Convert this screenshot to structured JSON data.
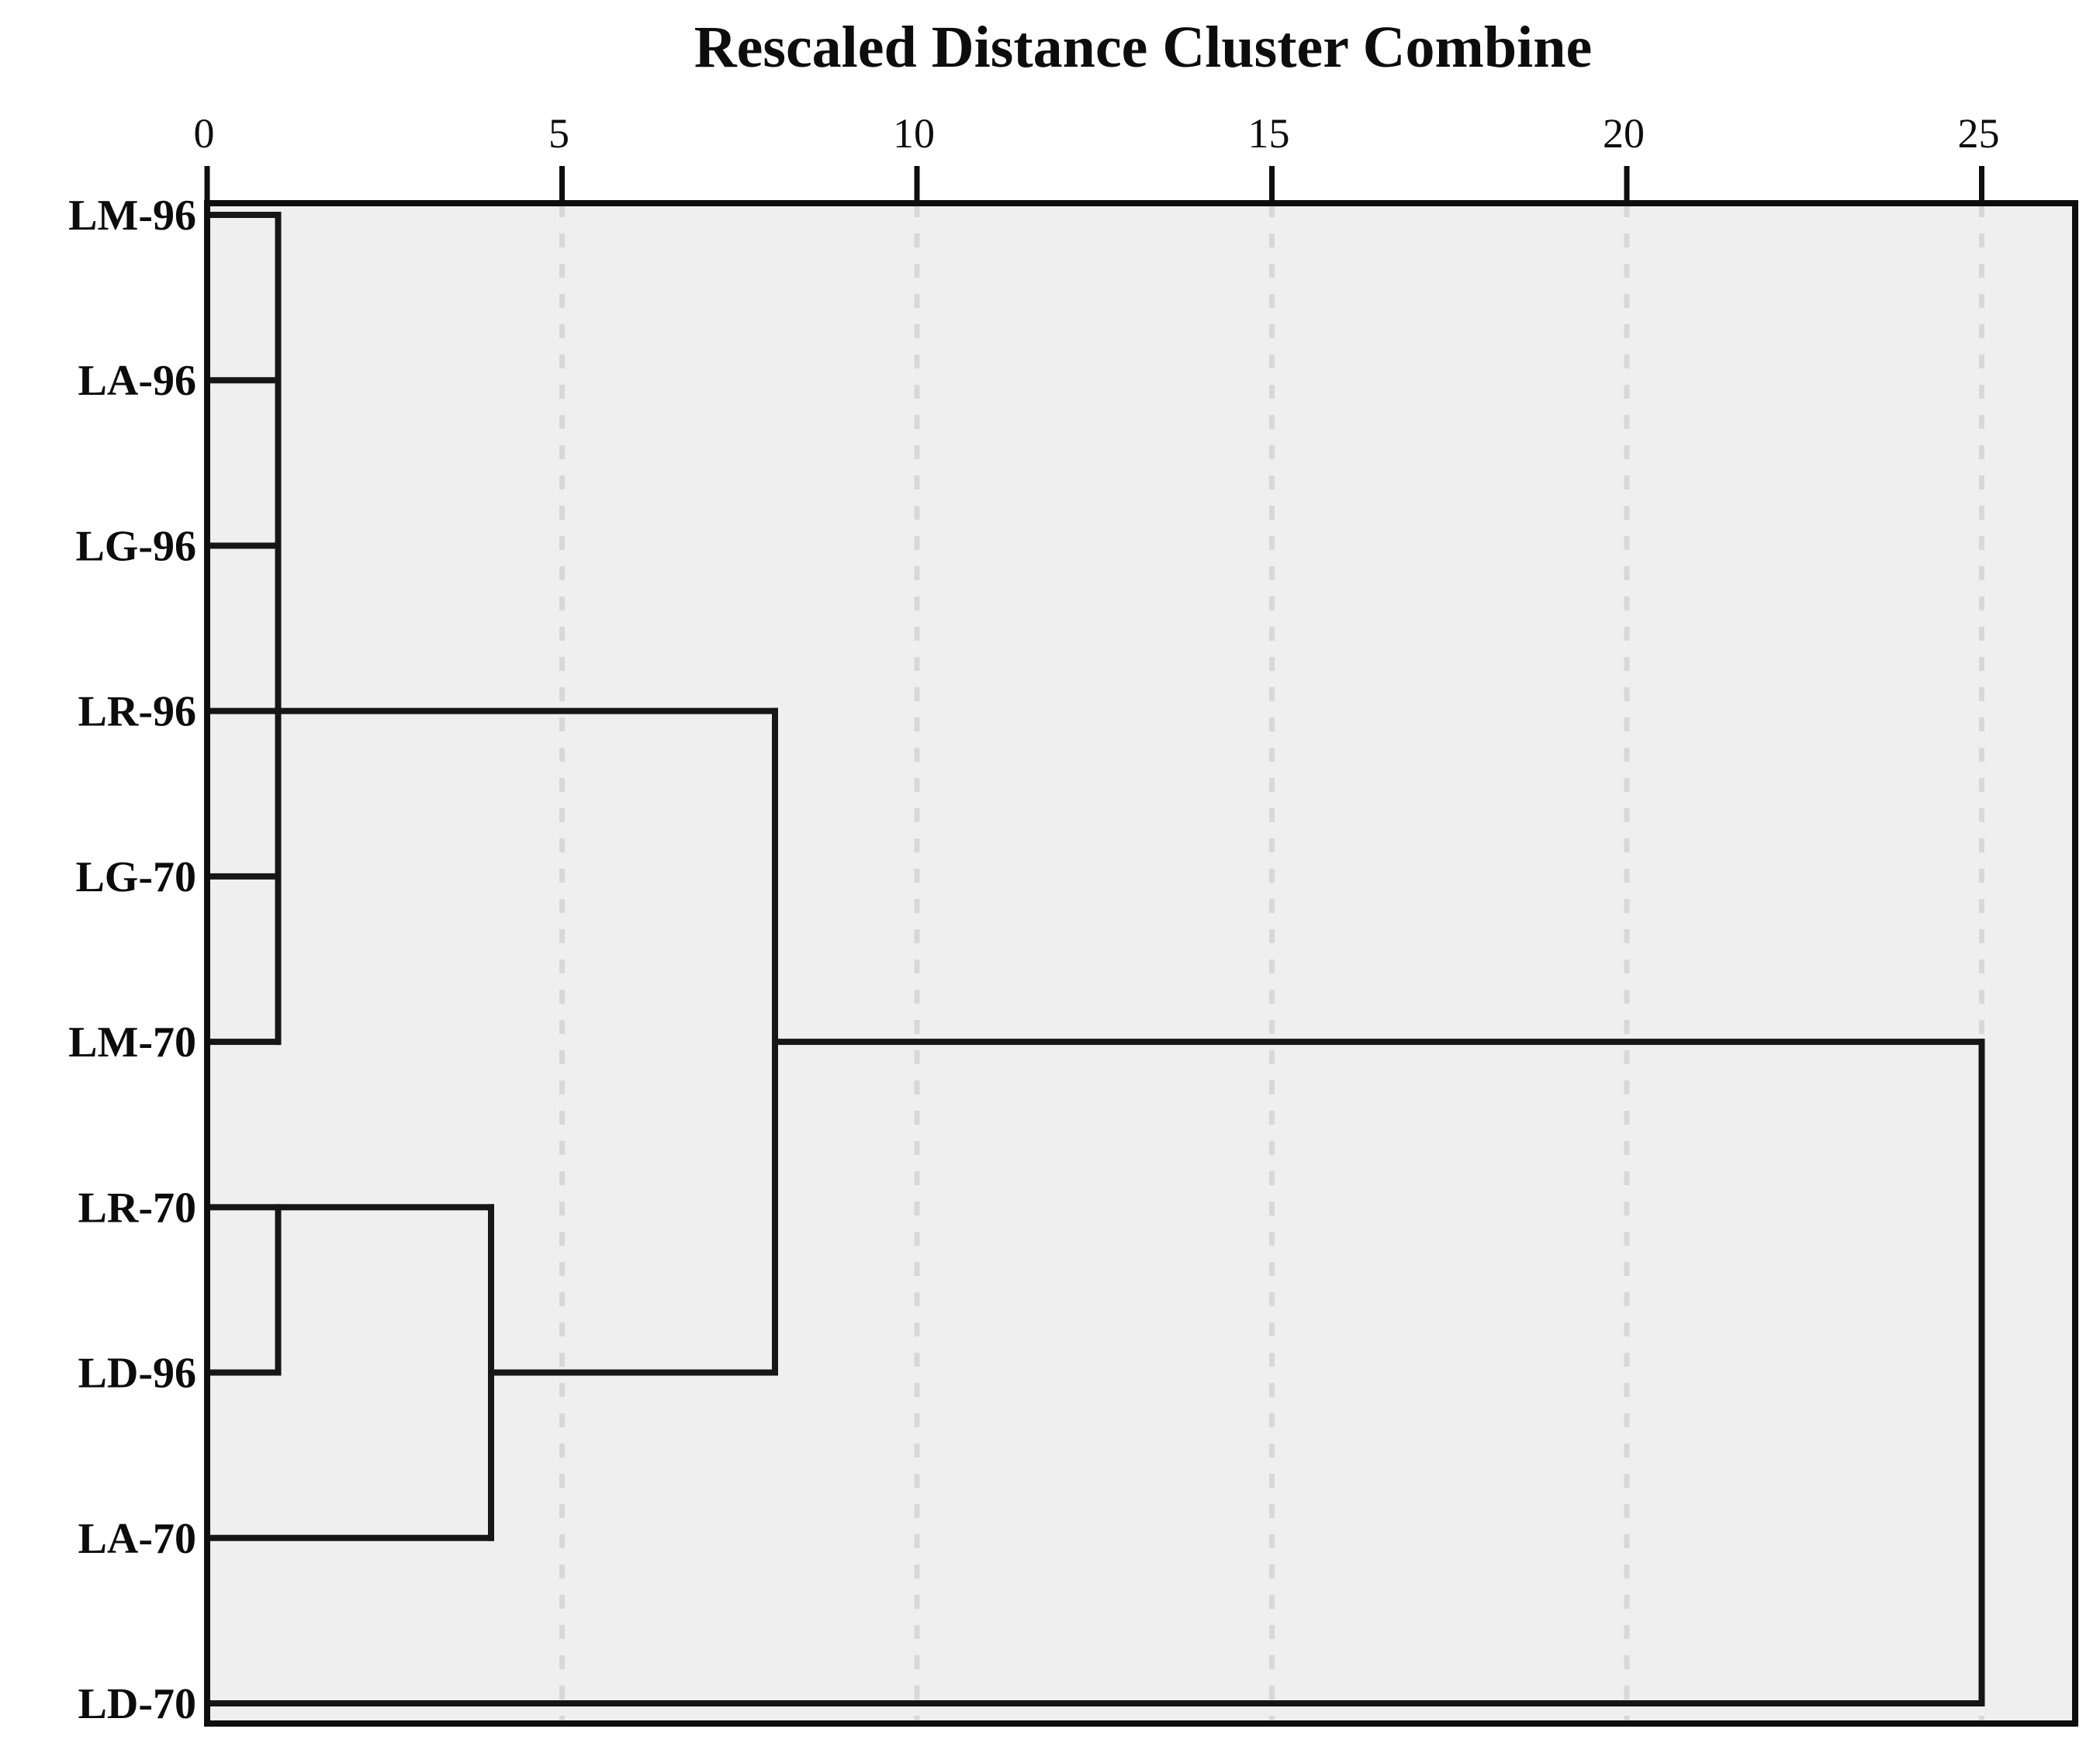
{
  "chart_data": {
    "type": "dendrogram",
    "orientation": "horizontal",
    "title": "Rescaled Distance Cluster Combine",
    "xlabel": "",
    "ylabel": "",
    "xlim": [
      0,
      25
    ],
    "x_ticks": [
      0,
      5,
      10,
      15,
      20,
      25
    ],
    "grid": {
      "dashed_x": [
        5,
        10,
        15,
        20,
        25
      ],
      "style": "dashed"
    },
    "legend": "none",
    "leaves": [
      "LM-96",
      "LA-96",
      "LG-96",
      "LR-96",
      "LG-70",
      "LM-70",
      "LR-70",
      "LD-96",
      "LA-70",
      "LD-70"
    ],
    "merges": [
      {
        "members": [
          "LM-96",
          "LA-96",
          "LG-96",
          "LR-96",
          "LG-70",
          "LM-70"
        ],
        "distance": 1
      },
      {
        "members": [
          "LR-70",
          "LD-96"
        ],
        "distance": 1
      },
      {
        "members": [
          "LR-70+LD-96",
          "LA-70"
        ],
        "distance": 4
      },
      {
        "members": [
          "top-cluster(rows1-6)",
          "bottom-cluster(rows7-9)"
        ],
        "distance": 8
      },
      {
        "members": [
          "all-above",
          "LD-70"
        ],
        "distance": 25
      }
    ],
    "segments": {
      "horizontal": [
        {
          "row": 1,
          "from": 0,
          "to": 1
        },
        {
          "row": 2,
          "from": 0,
          "to": 1
        },
        {
          "row": 3,
          "from": 0,
          "to": 1
        },
        {
          "row": 4,
          "from": 0,
          "to": 8
        },
        {
          "row": 5,
          "from": 0,
          "to": 1
        },
        {
          "row": 6,
          "from": 0,
          "to": 1
        },
        {
          "row": 6,
          "from": 8,
          "to": 25
        },
        {
          "row": 7,
          "from": 0,
          "to": 4
        },
        {
          "row": 8,
          "from": 0,
          "to": 1
        },
        {
          "row": 8,
          "from": 4,
          "to": 8
        },
        {
          "row": 9,
          "from": 0,
          "to": 4
        },
        {
          "row": 10,
          "from": 0,
          "to": 25
        }
      ],
      "vertical": [
        {
          "x": 1,
          "fromRow": 1,
          "toRow": 6
        },
        {
          "x": 1,
          "fromRow": 7,
          "toRow": 8
        },
        {
          "x": 4,
          "fromRow": 7,
          "toRow": 9
        },
        {
          "x": 8,
          "fromRow": 4,
          "toRow": 8
        },
        {
          "x": 25,
          "fromRow": 6,
          "toRow": 10
        }
      ]
    },
    "colors": {
      "plot_bg": "#efefef",
      "line": "#161616",
      "border": "#0e0e0e",
      "grid": "#d8d8d8",
      "text": "#0d0d0d",
      "page_bg": "#ffffff"
    }
  }
}
